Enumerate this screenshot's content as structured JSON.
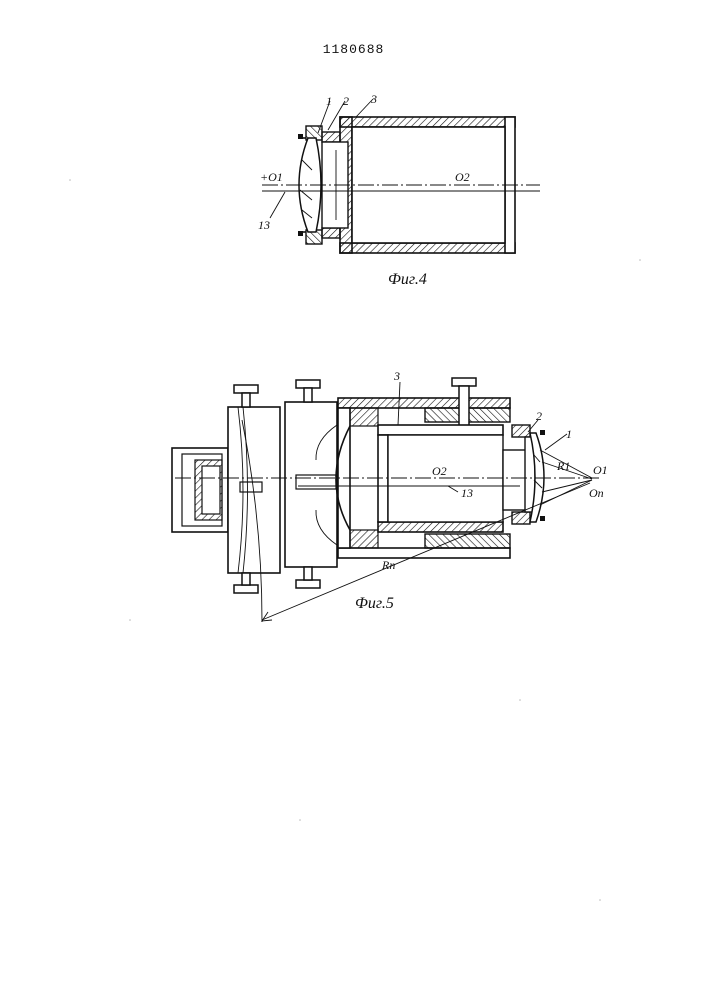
{
  "document": {
    "patent_number": "1180688"
  },
  "figure4": {
    "caption": "Фиг.4",
    "labels": {
      "part1": "1",
      "part2": "2",
      "part3": "3",
      "center1": "+O1",
      "center2": "O2",
      "ref13": "13"
    }
  },
  "figure5": {
    "caption": "Фиг.5",
    "labels": {
      "part1": "1",
      "part2": "2",
      "part3": "3",
      "center1": "O1",
      "center2": "O2",
      "center_n": "On",
      "ref13": "13",
      "radius1": "R1",
      "radius_n": "Rn"
    }
  }
}
